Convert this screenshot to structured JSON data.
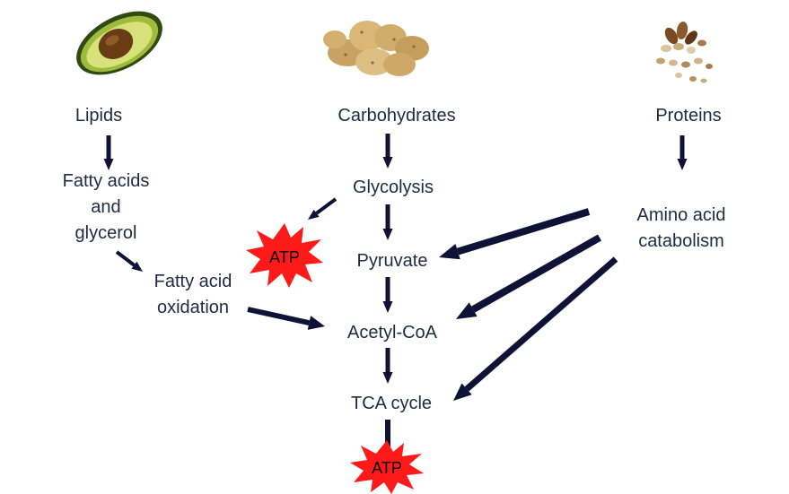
{
  "sources": {
    "lipids": {
      "label": "Lipids",
      "icon": "avocado-icon"
    },
    "carbohydrates": {
      "label": "Carbohydrates",
      "icon": "potatoes-icon"
    },
    "proteins": {
      "label": "Proteins",
      "icon": "nuts-icon"
    }
  },
  "nodes": {
    "fatty_acids": [
      "Fatty acids",
      "and",
      "glycerol"
    ],
    "fatty_acid_oxidation": [
      "Fatty acid",
      "oxidation"
    ],
    "glycolysis": "Glycolysis",
    "pyruvate": "Pyruvate",
    "acetyl_coa": "Acetyl-CoA",
    "tca_cycle": "TCA cycle",
    "amino_acid_catabolism": [
      "Amino acid",
      "catabolism"
    ]
  },
  "atp": {
    "label": "ATP",
    "color": "#ff1a1a"
  },
  "arrow_color": "#0d1236"
}
